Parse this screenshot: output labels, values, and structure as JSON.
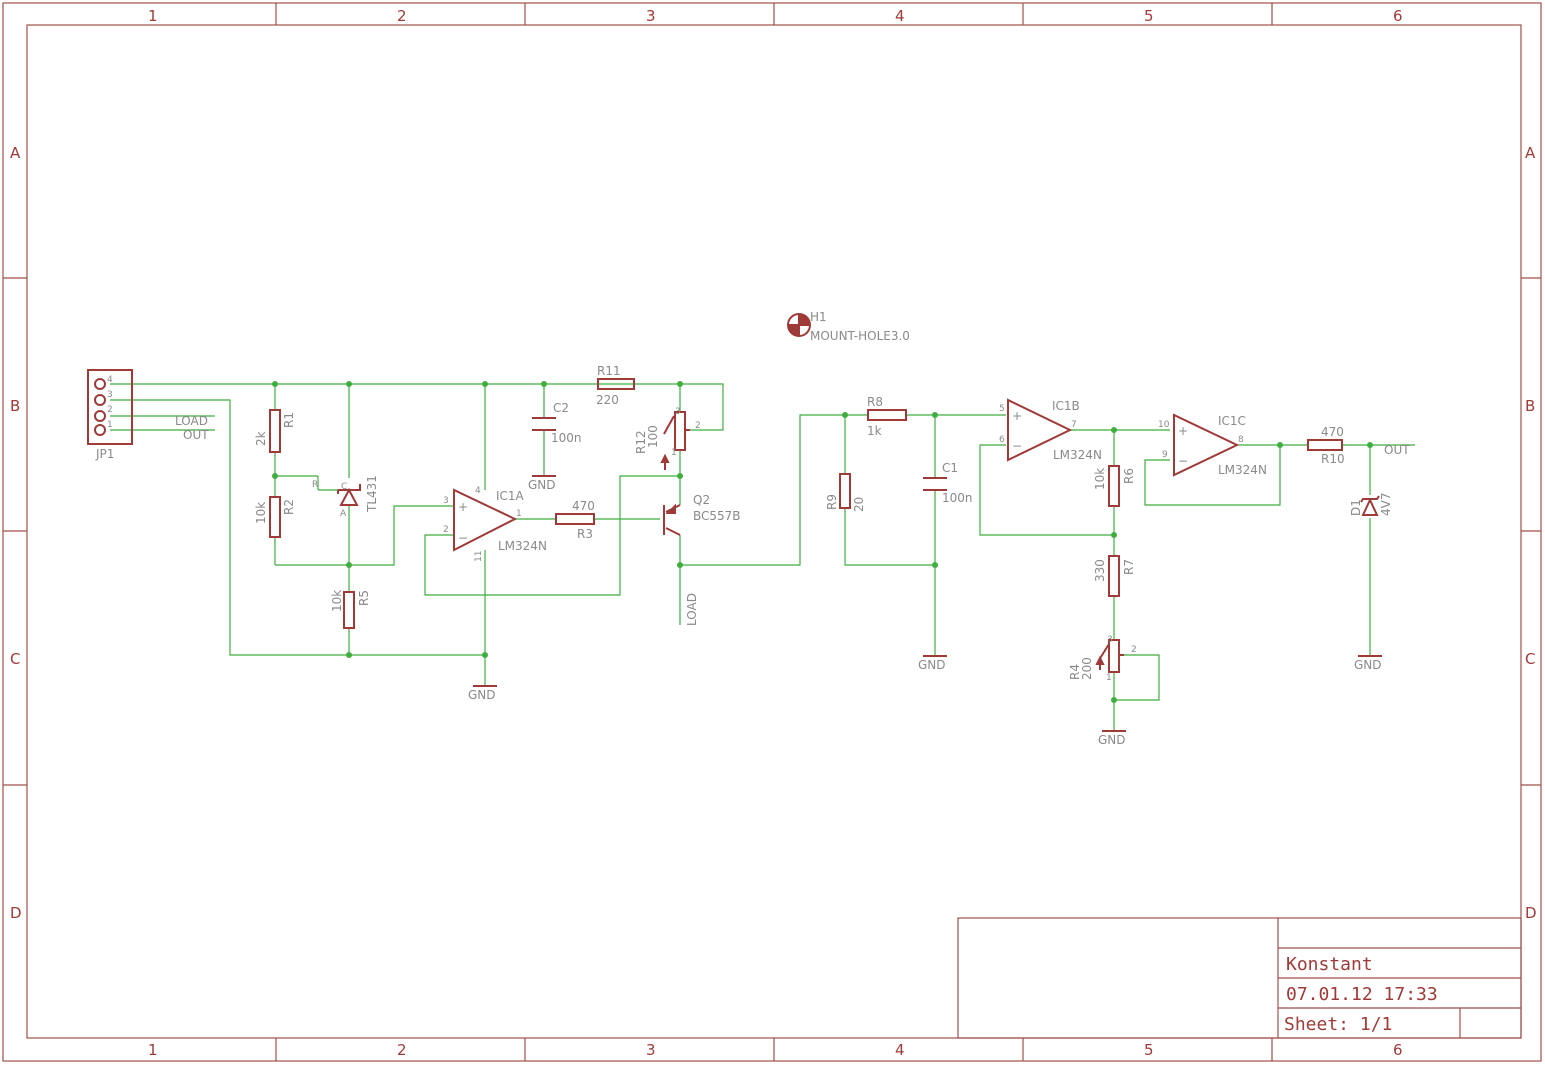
{
  "frame": {
    "columns": [
      "1",
      "2",
      "3",
      "4",
      "5",
      "6"
    ],
    "rows": [
      "A",
      "B",
      "C",
      "D"
    ]
  },
  "title_block": {
    "project": "Konstant",
    "date": "07.01.12 17:33",
    "sheet": "Sheet: 1/1"
  },
  "mount_hole": {
    "name": "H1",
    "value": "MOUNT-HOLE3.0"
  },
  "connector": {
    "name": "JP1",
    "pins": [
      "4",
      "3",
      "2",
      "1"
    ],
    "nets": [
      "LOAD",
      "OUT"
    ]
  },
  "components": {
    "R1": {
      "name": "R1",
      "value": "2k"
    },
    "R2": {
      "name": "R2",
      "value": "10k"
    },
    "R3": {
      "name": "R3",
      "value": "470"
    },
    "R4": {
      "name": "R4",
      "value": "200"
    },
    "R5": {
      "name": "R5",
      "value": "10k"
    },
    "R6": {
      "name": "R6",
      "value": "10k"
    },
    "R7": {
      "name": "R7",
      "value": "330"
    },
    "R8": {
      "name": "R8",
      "value": "1k"
    },
    "R9": {
      "name": "R9",
      "value": "20"
    },
    "R10": {
      "name": "R10",
      "value": "470"
    },
    "R11": {
      "name": "R11",
      "value": "220"
    },
    "R12": {
      "name": "R12",
      "value": "100"
    },
    "C1": {
      "name": "C1",
      "value": "100n"
    },
    "C2": {
      "name": "C2",
      "value": "100n"
    },
    "IC1A": {
      "name": "IC1A",
      "value": "LM324N"
    },
    "IC1B": {
      "name": "IC1B",
      "value": "LM324N"
    },
    "IC1C": {
      "name": "IC1C",
      "value": "LM324N"
    },
    "Q2": {
      "name": "Q2",
      "value": "BC557B"
    },
    "U1": {
      "name": "",
      "value": "TL431"
    },
    "D1": {
      "name": "D1",
      "value": "4V7"
    }
  },
  "nets": {
    "gnd": "GND",
    "load": "LOAD",
    "out": "OUT"
  },
  "pins": {
    "ic1a": [
      "3",
      "2",
      "4",
      "11",
      "1"
    ],
    "ic1b": [
      "5",
      "6",
      "7"
    ],
    "ic1c": [
      "10",
      "9",
      "8"
    ],
    "tl431": [
      "R",
      "A",
      "C"
    ],
    "pot": [
      "3",
      "1",
      "2"
    ]
  },
  "colors": {
    "symbol": "#9e3a37",
    "wire": "#3fae3f",
    "text": "#8a8a8a"
  }
}
